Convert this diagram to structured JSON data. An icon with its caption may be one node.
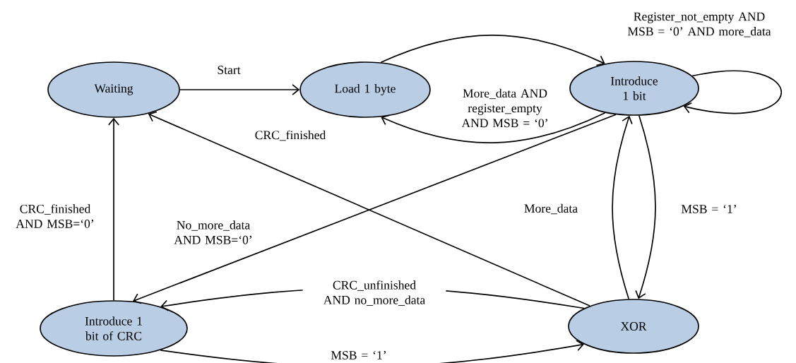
{
  "diagram": {
    "nodes": [
      {
        "text": [
          "Waiting"
        ]
      },
      {
        "text": [
          "Load 1 byte"
        ]
      },
      {
        "text": [
          "Introduce 1 bit"
        ]
      },
      {
        "text": [
          "Introduce 1 bit of CRC"
        ]
      },
      {
        "text": [
          "XOR"
        ]
      }
    ],
    "edges": [
      {
        "from": 0,
        "to": 1,
        "arrow": "to",
        "label": "Start"
      },
      {
        "from": 1,
        "to": 2,
        "arrow": "to"
      },
      {
        "from": 2,
        "to": 1,
        "arrow": "to",
        "label": "More_data AND register_empty AND MSB = ‘0’"
      },
      {
        "from": 2,
        "to": 2,
        "arrow": "to",
        "label": "Register_not_empty AND MSB = ‘0’ AND more_data"
      },
      {
        "from": 4,
        "to": 0,
        "arrow": "to",
        "label": "CRC_finished"
      },
      {
        "from": 2,
        "to": 3,
        "arrow": "to",
        "label": "No_more_data AND MSB=‘0’"
      },
      {
        "from": 4,
        "to": 2,
        "arrow": "to",
        "label": "More_data"
      },
      {
        "from": 2,
        "to": 4,
        "arrow": "to",
        "label": "MSB = ‘1’"
      },
      {
        "from": 4,
        "to": 3,
        "arrow": "to",
        "label": "CRC_unfinished AND no_more_data"
      },
      {
        "from": 3,
        "to": 4,
        "arrow": "to",
        "label": "MSB = ‘1’"
      },
      {
        "from": 3,
        "to": 0,
        "arrow": "to",
        "label": "CRC_finished AND MSB=‘0’"
      }
    ]
  }
}
